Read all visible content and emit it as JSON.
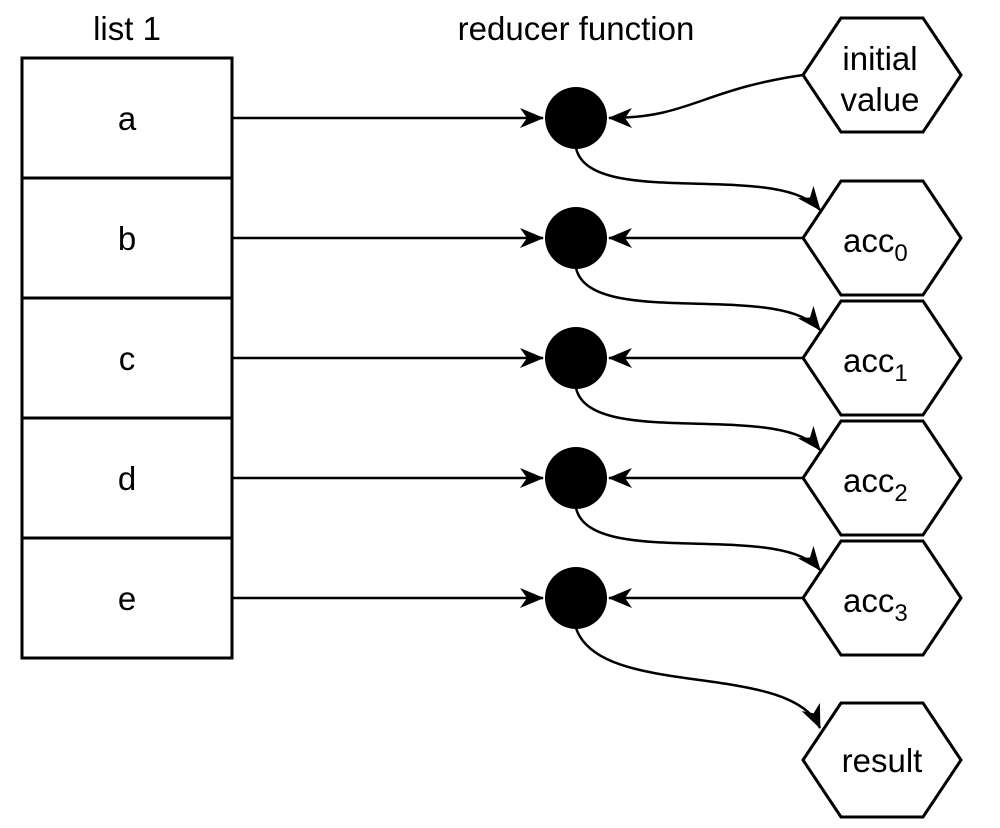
{
  "list": {
    "title": "list 1",
    "items": [
      "a",
      "b",
      "c",
      "d",
      "e"
    ]
  },
  "reducer": {
    "title": "reducer function"
  },
  "initial": {
    "lines": [
      "initial",
      "value"
    ]
  },
  "accumulators": [
    {
      "base": "acc",
      "sub": "0"
    },
    {
      "base": "acc",
      "sub": "1"
    },
    {
      "base": "acc",
      "sub": "2"
    },
    {
      "base": "acc",
      "sub": "3"
    }
  ],
  "result": {
    "label": "result"
  },
  "colors": {
    "stroke": "#000000",
    "node_fill": "#000000",
    "background": "#ffffff"
  }
}
